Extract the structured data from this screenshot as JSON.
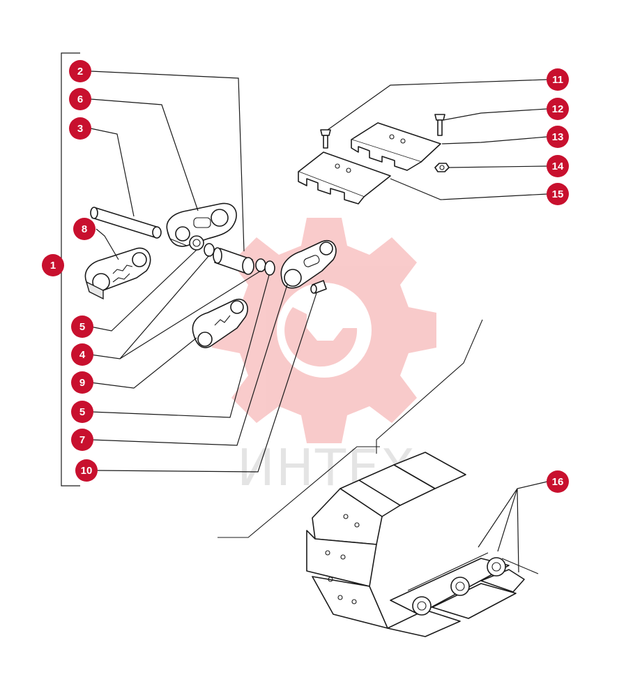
{
  "colors": {
    "callout_fill": "#c8102e",
    "callout_text": "#ffffff",
    "line": "#1a1a1a",
    "watermark": "#f2b8b8"
  },
  "watermark": {
    "text": "ИНТЕХ"
  },
  "callouts": [
    {
      "label": "1"
    },
    {
      "label": "2"
    },
    {
      "label": "6"
    },
    {
      "label": "3"
    },
    {
      "label": "8"
    },
    {
      "label": "5"
    },
    {
      "label": "4"
    },
    {
      "label": "9"
    },
    {
      "label": "5"
    },
    {
      "label": "7"
    },
    {
      "label": "10"
    },
    {
      "label": "11"
    },
    {
      "label": "12"
    },
    {
      "label": "13"
    },
    {
      "label": "14"
    },
    {
      "label": "15"
    },
    {
      "label": "16"
    }
  ]
}
